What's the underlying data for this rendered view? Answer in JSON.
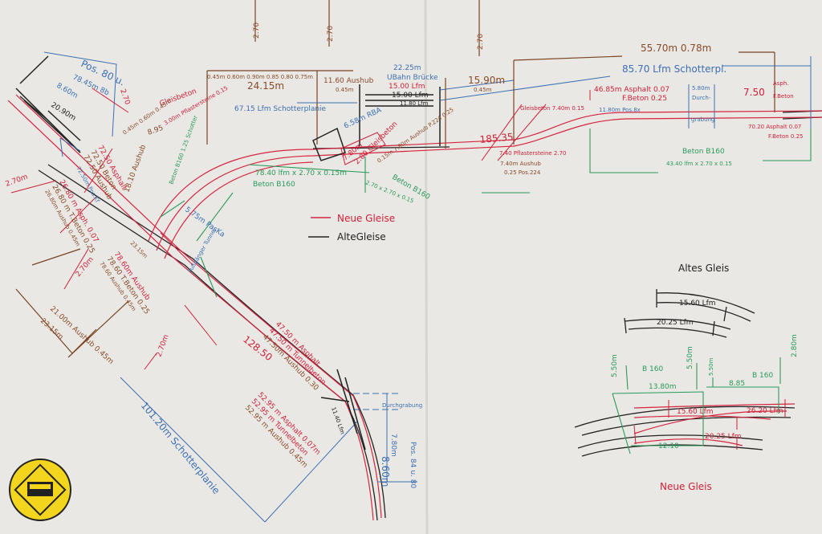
{
  "title": "Gleisplan",
  "colors": {
    "paper": "#e9e8e4",
    "new_track": "#d6243f",
    "old_track": "#222222",
    "dimension_blue": "#3c6fb5",
    "dimension_brown": "#8a4a28",
    "concrete_green": "#2a9a5a"
  },
  "legend": {
    "new": "Neue Gleise",
    "old": "AlteGleise"
  },
  "labels": {
    "pos80": "Pos. 80 u.",
    "l7845": "78.45m 8b",
    "l860a": "8.60m",
    "l2090": "20.90m",
    "l270a": "2.70",
    "l270b": "2.70",
    "l270c": "2.70",
    "l270d": "2.70",
    "widths": "0.45m 0.60m 0.90m  0.85 0.80 0.75m",
    "l2415": "24.15m",
    "l1160": "11.60 Aushub",
    "l045a": "0.45m",
    "l2225": "22.25m",
    "ubahn": "UBahn Brücke",
    "l1500r": "15.00 Lfm",
    "l1500k": "15.00 Lfm",
    "l1180": "11.80 Lfm",
    "schotter6715": "67.15 Lfm Schotterplanie",
    "gleisbeton1": "Gleisbeton",
    "pflaster1": "3.00m Pflastersteine 0.15",
    "l895": "8.95",
    "widths2": "0.45m 0.60m 0.45m",
    "rba": "6.58m RBA",
    "l780a": "7.80m",
    "gleisbeton2": "2.80 Gleisbeton",
    "aushub224": "0.15m  7.80m Aushub P.224 0.25",
    "beton160a": "Beton B160",
    "beton270": "2.70 x 2.70 x 0.15",
    "l7840": "78.40 lfm x 2.70 x 0.15m",
    "beton160b": "Beton B160",
    "aushub1810": "18.10 Aushub",
    "beton160c": "Beton B160 1.25 Schotter",
    "paska": "5.75m PasKa",
    "a7250a": "72.50 Asphalt",
    "a7250b": "72.50 Beton",
    "a7250c": "72.50 Aushub",
    "l270m1": "2.70m",
    "a2680a": "26.80 m Asph. 0.07",
    "a2680b": "26.80 m T.Beton 0.25",
    "a2680c": "26.80m Aushub 0.45m",
    "poskf": "72.50m Pos.Kf",
    "tunnel": "Fußgänger Tunnel",
    "a7860a": "78.60m Aushub",
    "a7860b": "78.60 T.Beton 0.25",
    "a7860c": "78.60 Aushub 0.45m",
    "l270m2": "2.70m",
    "l270m3": "2.70m",
    "a2100": "21.00m Aushub 0.45m",
    "a2315a": "23.15m",
    "a2315b": "23.15m",
    "a4750a": "47.50 m Asphalt",
    "a4750b": "47.50 m Tunnelbeton",
    "a4750c": "47.50m Aushub 0.30",
    "l12850": "128.50",
    "a5295a": "52.95 m Asphalt 0.07m",
    "a5295b": "52.95 m Tunnelbeton",
    "a5295c": "52.95 m Aushub 0.45m",
    "schotter10120": "101.20m Schotterplanie",
    "durch1": "Durchgrabung",
    "l1140": "11.40 Lfm",
    "l780b": "7.80m",
    "l860b": "8.60m",
    "pos84": "Pos. 84 u. 80",
    "l18535": "185.35",
    "l1590": "15.90m",
    "l045b": "0.45m",
    "l5570": "55.70m  0.78m",
    "schotter8570": "85.70 Lfm Schotterpl.",
    "a4685a": "46.85m Asphalt 0.07",
    "a4685b": "F.Beton  0.25",
    "l1180b": "11.80m Pos.8x",
    "gleisbeton3": "Gleisbeton 7.40m 0.15",
    "pflaster2": "7.40 Pflastersteine 2.70",
    "aushub740": "7.40m Aushub",
    "pos224": "0.25  Pos.224",
    "l580": "5.80m",
    "durch2a": "Durch-",
    "durch2b": "grabung",
    "l750": "7.50",
    "asph": "Asph.",
    "fbeton": "F.Beton",
    "a7020a": "70.20 Asphalt 0.07",
    "a7020b": "F.Beton 0.25",
    "beton160d": "Beton B160",
    "a4340": "43.40 lfm x 2.70 x 0.15"
  },
  "inset": {
    "old_title": "Altes Gleis",
    "old1": "15.60 Lfm",
    "old2": "20.25 Lfm",
    "g550a": "5.50m",
    "b160a": "B 160",
    "g1380": "13.80m",
    "g550b": "5.50m",
    "g550c": "5.50m",
    "g885": "8.85",
    "b160b": "B 160",
    "g280": "2.80m",
    "n1560": "15.60 Lfm",
    "n2620": "26.20 Lfm",
    "n2025": "20.25 Lfm",
    "g1210": "12.10",
    "new_title": "Neue Gleis"
  }
}
